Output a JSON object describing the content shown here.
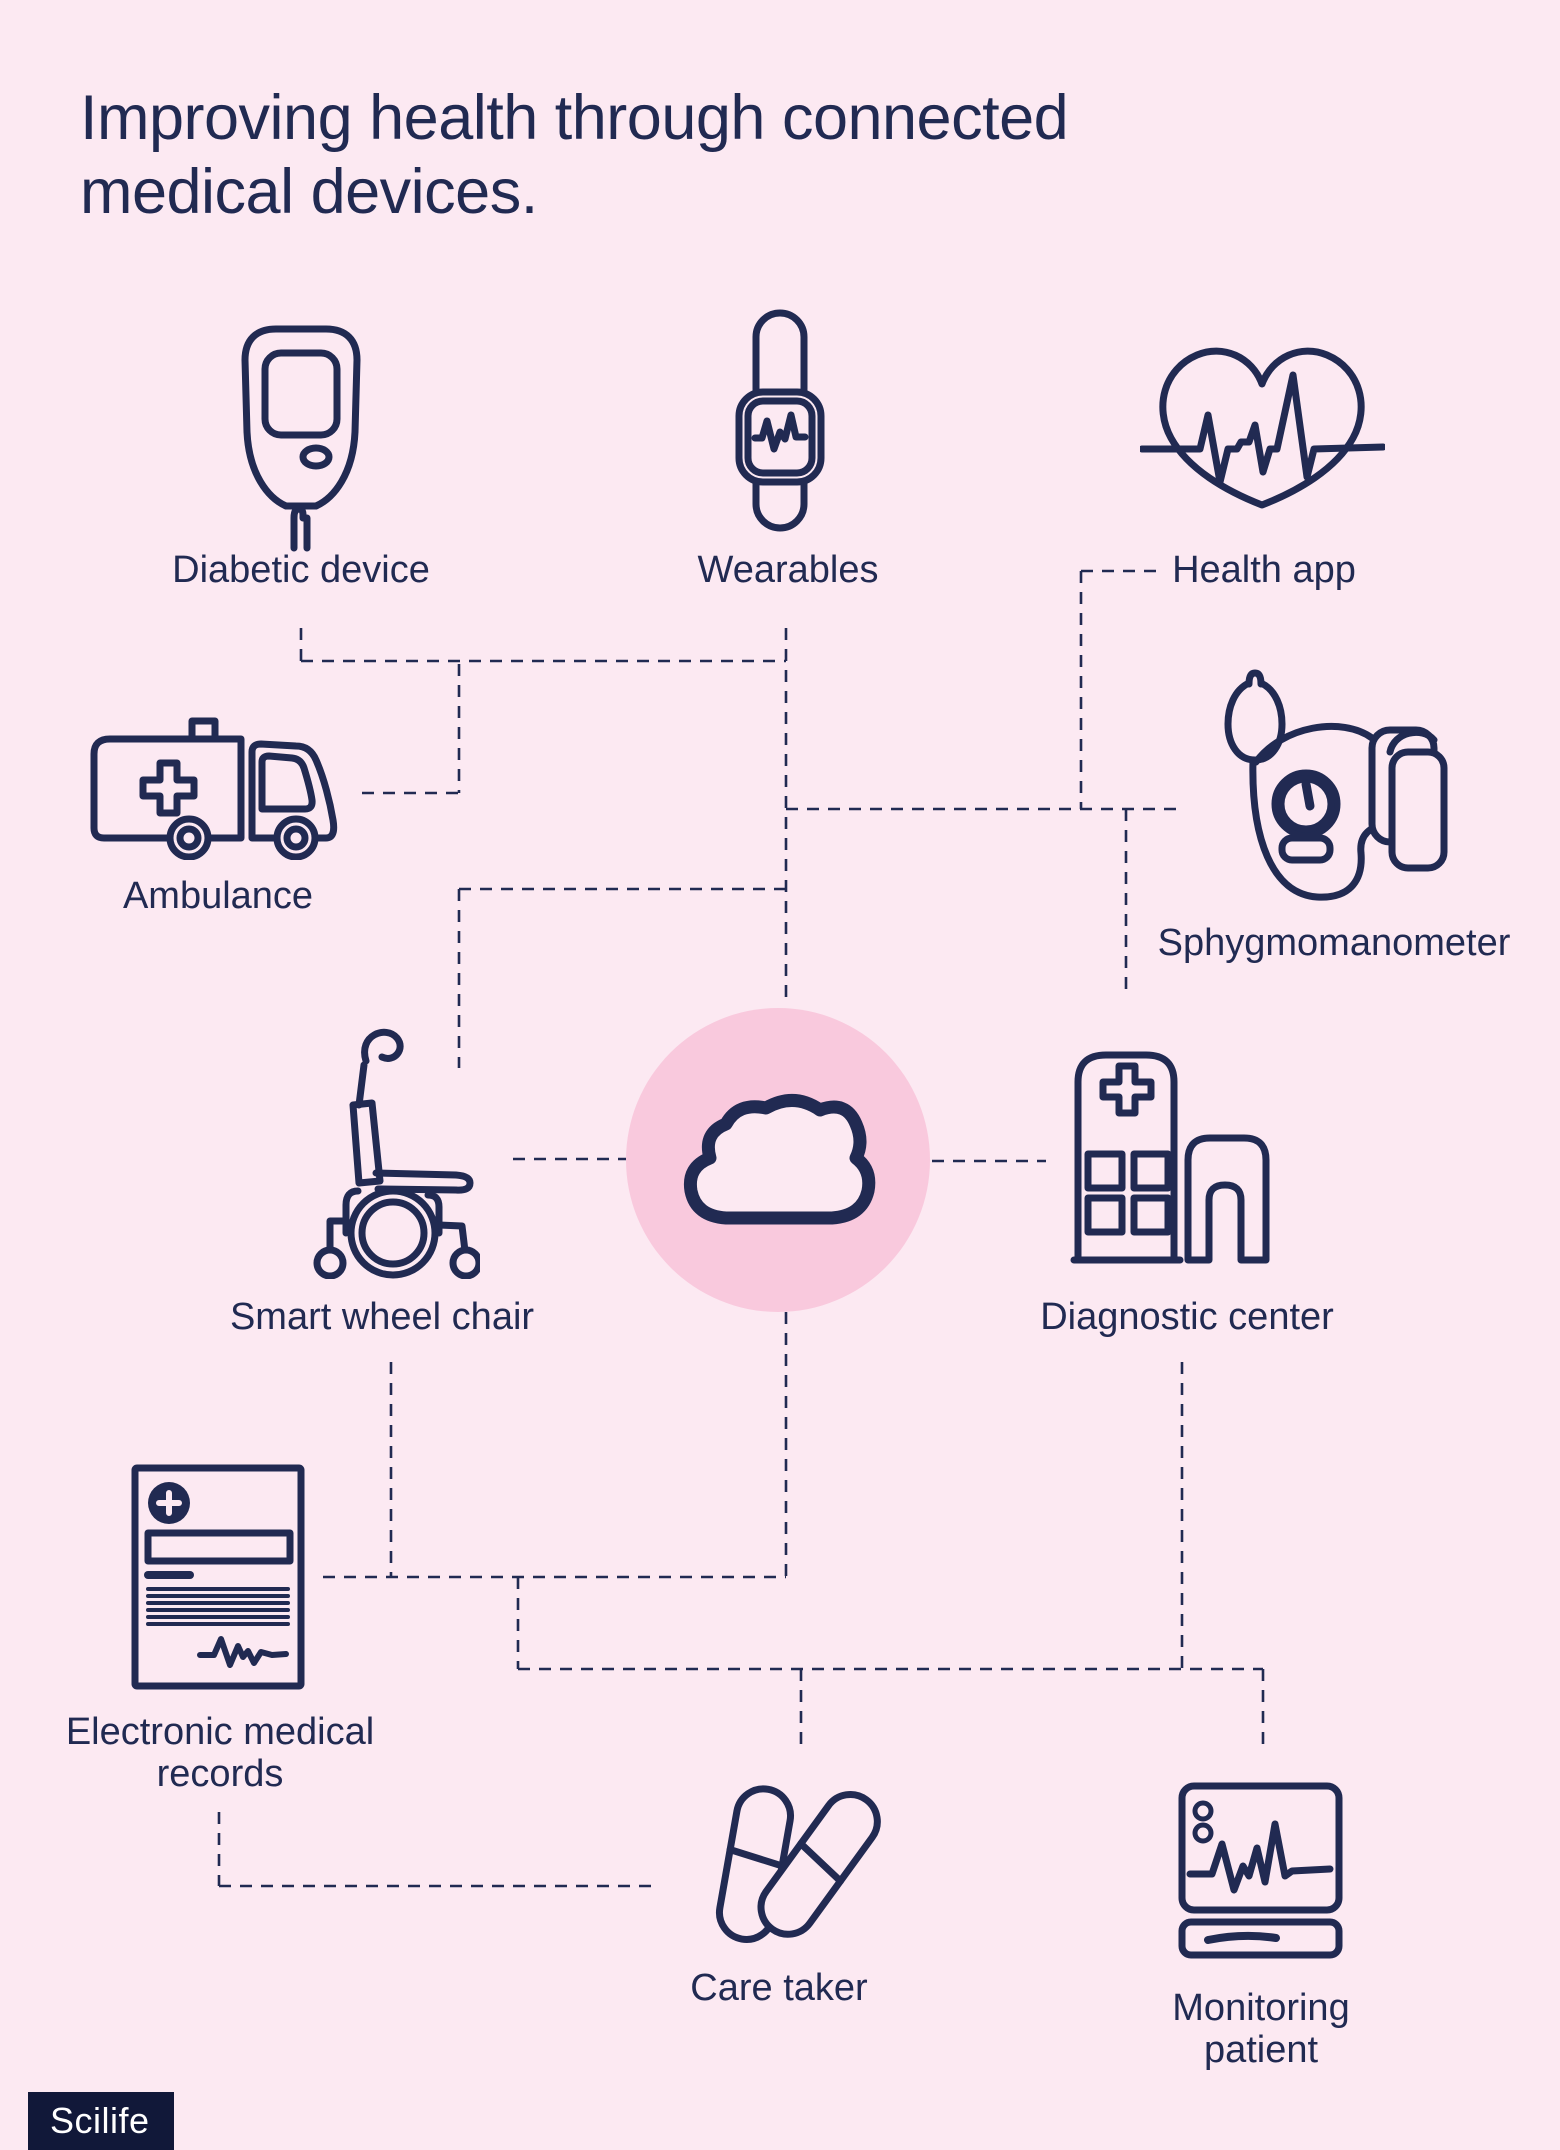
{
  "title": "Improving health through connected medical devices.",
  "brand": {
    "logo_text": "Scilife"
  },
  "colors": {
    "background": "#fce9f2",
    "ink": "#212a52",
    "hub_fill": "#f9c9dd",
    "logo_bg": "#111839",
    "logo_text": "#ffffff"
  },
  "hub": {
    "icon": "cloud-icon"
  },
  "nodes": [
    {
      "id": "diabetic-device",
      "label": "Diabetic device",
      "icon": "glucose-meter-icon"
    },
    {
      "id": "wearables",
      "label": "Wearables",
      "icon": "smartwatch-icon"
    },
    {
      "id": "health-app",
      "label": "Health app",
      "icon": "heart-ecg-icon"
    },
    {
      "id": "ambulance",
      "label": "Ambulance",
      "icon": "ambulance-icon"
    },
    {
      "id": "sphygmomanometer",
      "label": "Sphygmomanometer",
      "icon": "blood-pressure-monitor-icon"
    },
    {
      "id": "smart-wheel-chair",
      "label": "Smart wheel chair",
      "icon": "wheelchair-icon"
    },
    {
      "id": "diagnostic-center",
      "label": "Diagnostic center",
      "icon": "hospital-building-icon"
    },
    {
      "id": "electronic-medical-records",
      "label": "Electronic medical records",
      "icon": "medical-document-icon"
    },
    {
      "id": "care-taker",
      "label": "Care taker",
      "icon": "pills-icon"
    },
    {
      "id": "monitoring-patient",
      "label": "Monitoring patient",
      "icon": "patient-monitor-icon"
    }
  ]
}
